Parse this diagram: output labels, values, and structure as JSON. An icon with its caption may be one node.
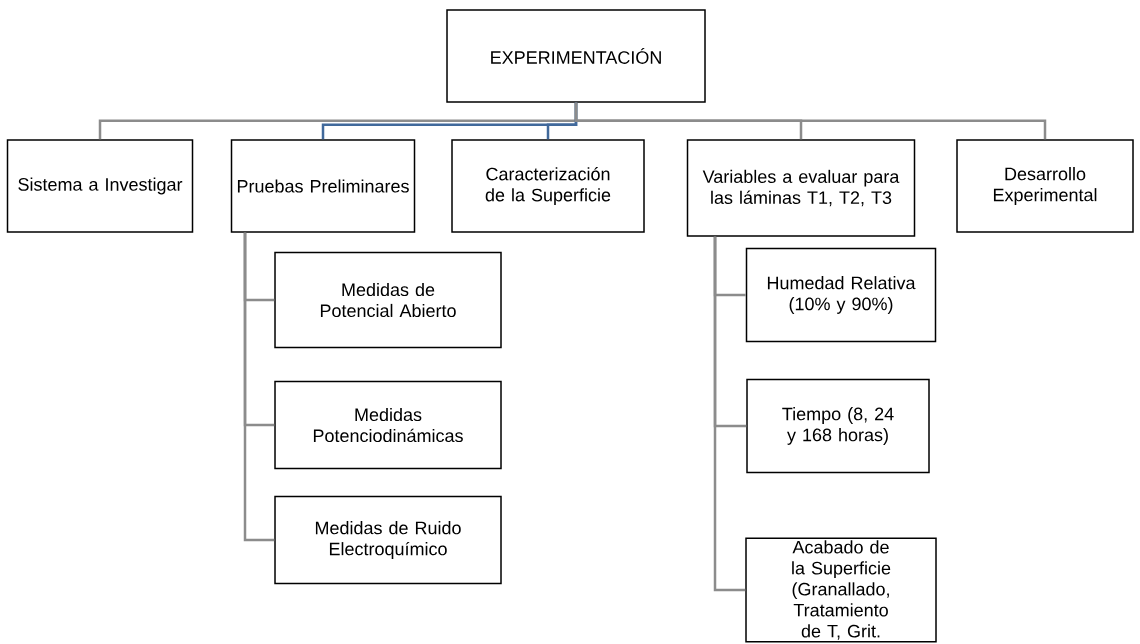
{
  "diagram": {
    "nodes": [
      {
        "text": [
          "EXPERIMENTACIÓN"
        ]
      },
      {
        "text": [
          "Sistema a Investigar"
        ]
      },
      {
        "text": [
          "Pruebas Preliminares"
        ]
      },
      {
        "text": [
          "Caracterización de la Superficie"
        ]
      },
      {
        "text": [
          "Variables a evaluar para las láminas T1, T2, T3"
        ]
      },
      {
        "text": [
          "Desarrollo Experimental"
        ]
      },
      {
        "text": [
          "Medidas de Potencial Abierto"
        ]
      },
      {
        "text": [
          "Medidas Potenciodinámicas"
        ]
      },
      {
        "text": [
          "Medidas de Ruido Electroquímico"
        ]
      },
      {
        "text": [
          "Humedad Relativa (10% y 90%)"
        ]
      },
      {
        "text": [
          "Tiempo (8, 24 y 168 horas)"
        ]
      },
      {
        "text": [
          "Acabado de la Superficie (Granallado, Tratamiento de T, Grit."
        ]
      }
    ],
    "edges": [
      {
        "from": 0,
        "to": 1,
        "arrow": "none"
      },
      {
        "from": 0,
        "to": 2,
        "arrow": "none",
        "color": "#41699b"
      },
      {
        "from": 0,
        "to": 3,
        "arrow": "none",
        "color": "#41699b"
      },
      {
        "from": 0,
        "to": 4,
        "arrow": "none"
      },
      {
        "from": 0,
        "to": 5,
        "arrow": "none"
      },
      {
        "from": 2,
        "to": 6,
        "arrow": "none"
      },
      {
        "from": 2,
        "to": 7,
        "arrow": "none"
      },
      {
        "from": 2,
        "to": 8,
        "arrow": "none"
      },
      {
        "from": 4,
        "to": 9,
        "arrow": "none"
      },
      {
        "from": 4,
        "to": 10,
        "arrow": "none"
      },
      {
        "from": 4,
        "to": 11,
        "arrow": "none"
      }
    ]
  }
}
